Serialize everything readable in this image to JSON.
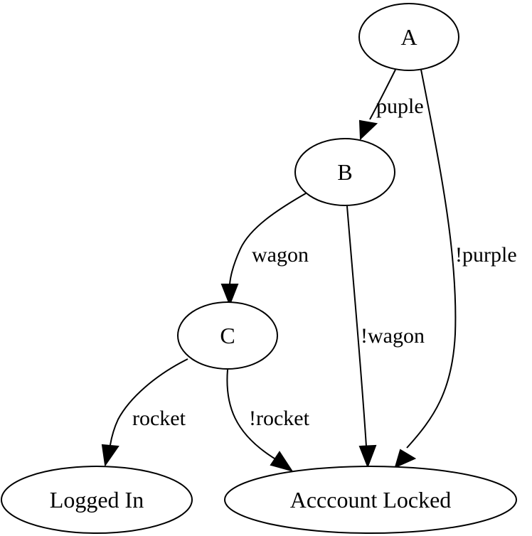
{
  "diagram": {
    "nodes": {
      "a": "A",
      "b": "B",
      "c": "C",
      "logged_in": "Logged In",
      "account_locked": "Acccount Locked"
    },
    "edges": {
      "a_to_b": "puple",
      "a_to_locked": "!purple",
      "b_to_c": "wagon",
      "b_to_locked": "!wagon",
      "c_to_logged_in": "rocket",
      "c_to_locked": "!rocket"
    }
  }
}
